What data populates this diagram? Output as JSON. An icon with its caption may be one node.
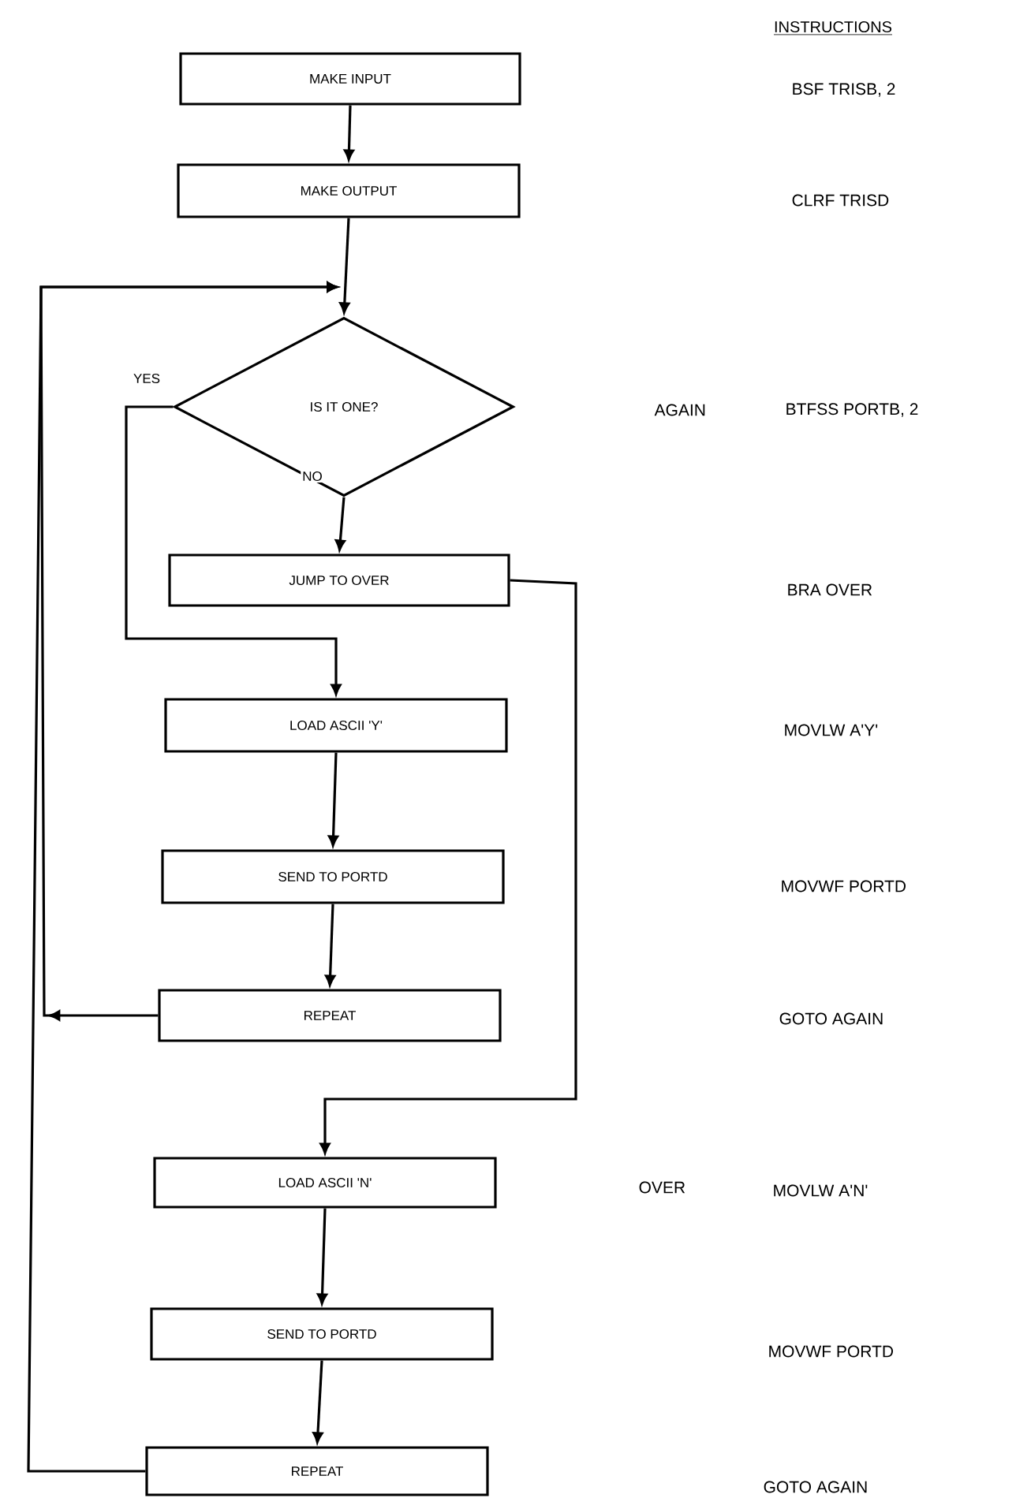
{
  "diagram": {
    "nodes": [
      {
        "text": [
          "MAKE INPUT"
        ]
      },
      {
        "text": [
          "MAKE OUTPUT"
        ]
      },
      {
        "text": [
          "IS IT ONE?"
        ]
      },
      {
        "text": [
          "JUMP TO OVER"
        ]
      },
      {
        "text": [
          "LOAD ASCII 'Y'"
        ]
      },
      {
        "text": [
          "SEND TO PORTD"
        ]
      },
      {
        "text": [
          "REPEAT"
        ]
      },
      {
        "text": [
          "LOAD ASCII 'N'"
        ]
      },
      {
        "text": [
          "SEND TO PORTD"
        ]
      },
      {
        "text": [
          "REPEAT"
        ]
      }
    ],
    "edges": [
      {
        "from": 0,
        "to": 1,
        "arrow": "to"
      },
      {
        "from": 1,
        "to": 2,
        "arrow": "to"
      },
      {
        "from": 2,
        "to": 3,
        "arrow": "to",
        "label": "NO"
      },
      {
        "from": 2,
        "to": 4,
        "arrow": "to",
        "label": "YES"
      },
      {
        "from": 3,
        "to": 7,
        "arrow": "to"
      },
      {
        "from": 4,
        "to": 5,
        "arrow": "to"
      },
      {
        "from": 5,
        "to": 6,
        "arrow": "to"
      },
      {
        "from": 6,
        "to": 2,
        "arrow": "to"
      },
      {
        "from": 7,
        "to": 8,
        "arrow": "to"
      },
      {
        "from": 8,
        "to": 9,
        "arrow": "to"
      },
      {
        "from": 9,
        "to": 2,
        "arrow": "to"
      }
    ],
    "labels": [
      "INSTRUCTIONS",
      "BSF TRISB, 2",
      "CLRF TRISD",
      "AGAIN",
      "BTFSS PORTB, 2",
      "BRA OVER",
      "MOVLW A'Y'",
      "MOVWF PORTD",
      "GOTO AGAIN",
      "OVER",
      "MOVLW A'N'",
      "MOVWF PORTD",
      "GOTO AGAIN"
    ]
  }
}
